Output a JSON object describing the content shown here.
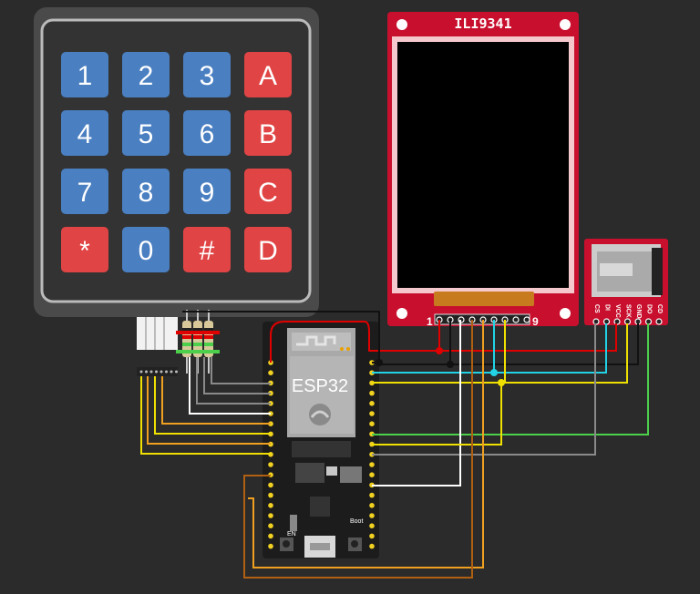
{
  "keypad": {
    "keys": [
      {
        "label": "1",
        "color": "#4a7fc1"
      },
      {
        "label": "2",
        "color": "#4a7fc1"
      },
      {
        "label": "3",
        "color": "#4a7fc1"
      },
      {
        "label": "A",
        "color": "#e04444"
      },
      {
        "label": "4",
        "color": "#4a7fc1"
      },
      {
        "label": "5",
        "color": "#4a7fc1"
      },
      {
        "label": "6",
        "color": "#4a7fc1"
      },
      {
        "label": "B",
        "color": "#e04444"
      },
      {
        "label": "7",
        "color": "#4a7fc1"
      },
      {
        "label": "8",
        "color": "#4a7fc1"
      },
      {
        "label": "9",
        "color": "#4a7fc1"
      },
      {
        "label": "C",
        "color": "#e04444"
      },
      {
        "label": "*",
        "color": "#e04444"
      },
      {
        "label": "0",
        "color": "#4a7fc1"
      },
      {
        "label": "#",
        "color": "#e04444"
      },
      {
        "label": "D",
        "color": "#e04444"
      }
    ]
  },
  "display": {
    "title": "ILI9341",
    "pin_first": "1",
    "pin_last": "9",
    "board_color": "#c8102e"
  },
  "sd_card": {
    "pins": [
      "CS",
      "DI",
      "VCC",
      "SCK",
      "GND",
      "DO",
      "CD"
    ]
  },
  "esp32": {
    "label": "ESP32",
    "en_label": "EN",
    "boot_label": "Boot"
  },
  "wire_colors": {
    "red": "#e00000",
    "black": "#111111",
    "cyan": "#22d3e6",
    "yellow": "#f0e000",
    "green": "#4cd04c",
    "gray": "#8a8a8a",
    "white": "#ffffff",
    "orange": "#f0a020",
    "brown": "#b06010"
  }
}
